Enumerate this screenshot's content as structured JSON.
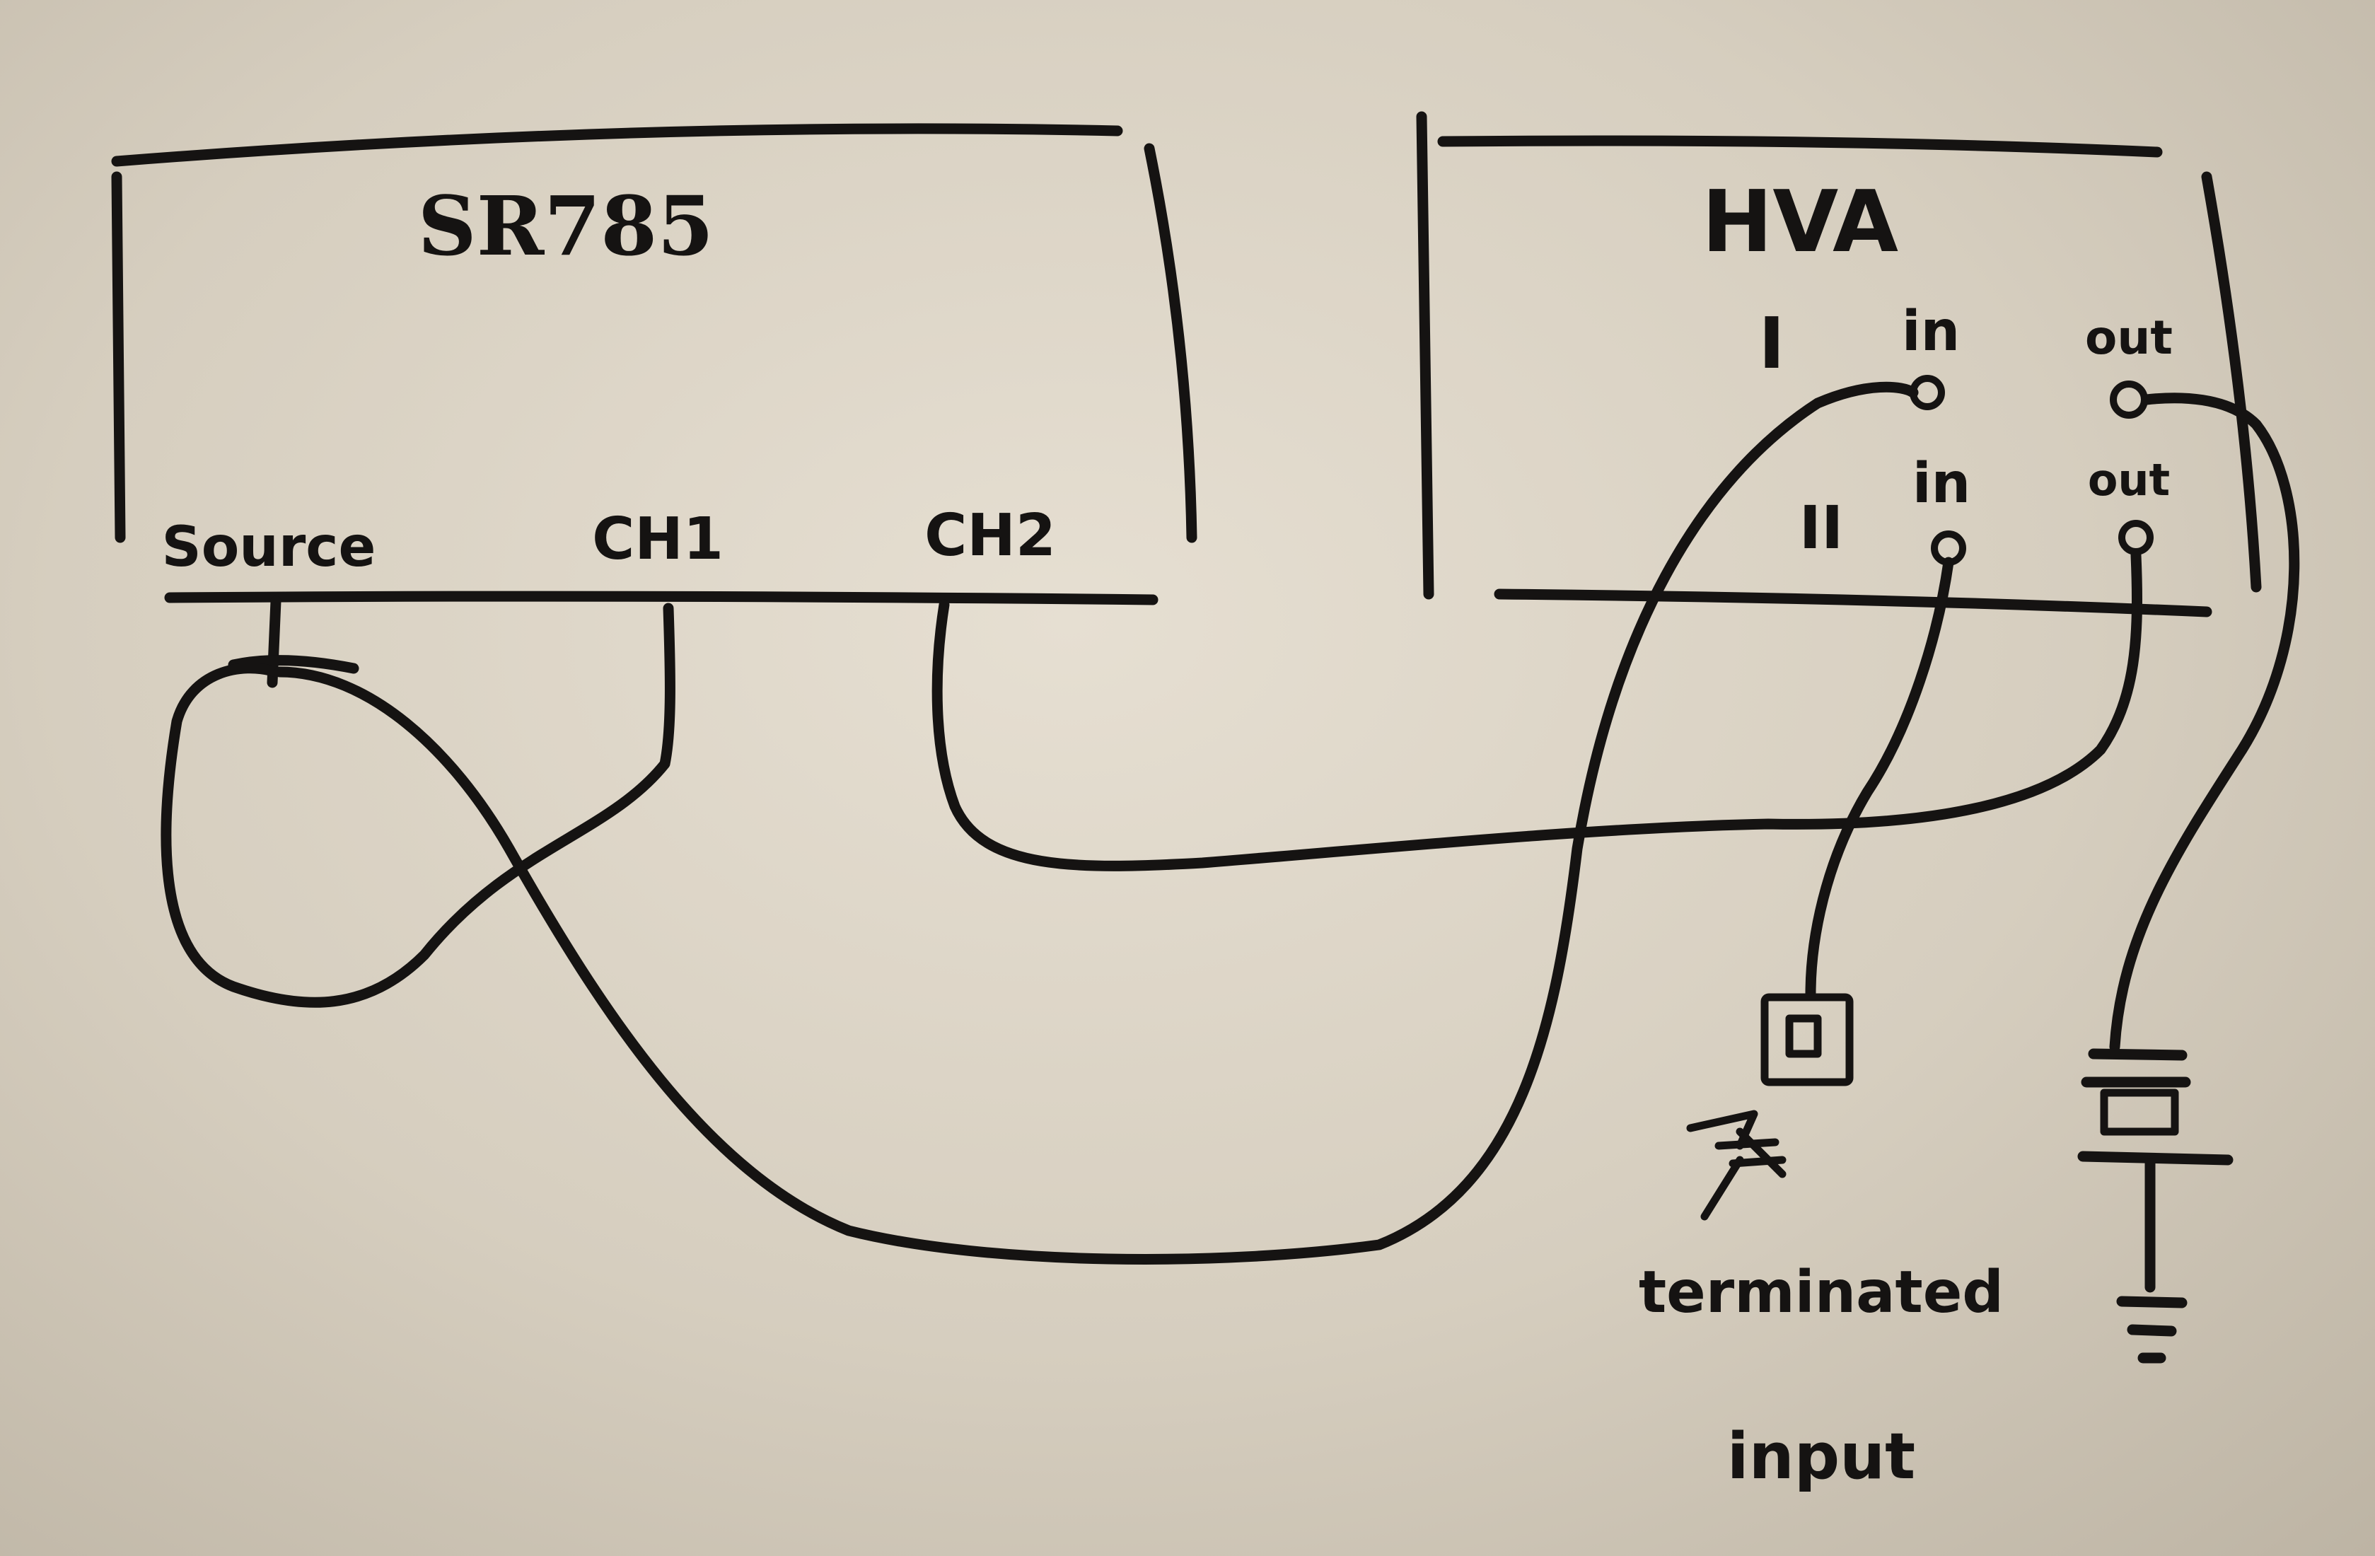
{
  "left_instrument": {
    "title": "SR785",
    "ports": {
      "source": "Source",
      "ch1": "CH1",
      "ch2": "CH2"
    }
  },
  "right_instrument": {
    "title": "HVA",
    "channels": [
      {
        "number": "I",
        "in_label": "in",
        "out_label": "out"
      },
      {
        "number": "II",
        "in_label": "in",
        "out_label": "out"
      }
    ]
  },
  "annotations": {
    "terminated_line1": "terminated",
    "terminated_line2": "input"
  },
  "colors": {
    "paper": "#e3dccf",
    "ink": "#151312"
  }
}
